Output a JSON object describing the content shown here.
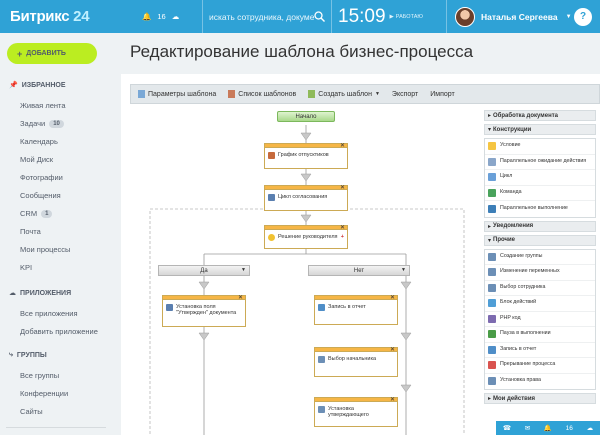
{
  "header": {
    "logo_text": "Битрикс",
    "logo_num": "24",
    "notif_count": "16",
    "search_placeholder": "искать сотрудника, докуме",
    "time": "15:09",
    "work_status": "РАБОТАЮ",
    "user_name": "Наталья Сергеева",
    "help_label": "?"
  },
  "sidebar": {
    "add_label": "ДОБАВИТЬ",
    "favorites_label": "ИЗБРАННОЕ",
    "favorites": [
      {
        "label": "Живая лента"
      },
      {
        "label": "Задачи",
        "count": "10"
      },
      {
        "label": "Календарь"
      },
      {
        "label": "Мой Диск"
      },
      {
        "label": "Фотографии"
      },
      {
        "label": "Сообщения"
      },
      {
        "label": "CRM",
        "count": "1"
      },
      {
        "label": "Почта"
      },
      {
        "label": "Мои процессы"
      },
      {
        "label": "KPI"
      }
    ],
    "apps_label": "ПРИЛОЖЕНИЯ",
    "apps": [
      {
        "label": "Все приложения"
      },
      {
        "label": "Добавить приложение"
      }
    ],
    "groups_label": "ГРУППЫ",
    "groups": [
      {
        "label": "Все группы"
      },
      {
        "label": "Конференции"
      },
      {
        "label": "Сайты"
      }
    ]
  },
  "page": {
    "title": "Редактирование шаблона бизнес-процесса"
  },
  "toolbar": {
    "params": "Параметры шаблона",
    "list": "Список шаблонов",
    "create": "Создать шаблон",
    "export": "Экспорт",
    "import": "Импорт"
  },
  "designer": {
    "start": "Начало",
    "schedule": "График отпусктиков",
    "approval_cycle": "Цикл согласования",
    "supervisor_decision": "Решение руководителя",
    "yes": "Да",
    "no": "Нет",
    "set_status": "Установка поля \"Утвержден\" документа",
    "report1": "Запись в отчет",
    "choose_head": "Выбор начальника",
    "set_approving": "Установка утверждающего"
  },
  "right_panel": {
    "doc_processing": "Обработка документа",
    "constructions": "Конструкции",
    "constructions_items": [
      {
        "label": "Условие",
        "color": "#f5c542"
      },
      {
        "label": "Параллельное ожидание действия",
        "color": "#8aa6c9"
      },
      {
        "label": "Цикл",
        "color": "#6aa0d8"
      },
      {
        "label": "Команда",
        "color": "#49a35c"
      },
      {
        "label": "Параллельное выполнение",
        "color": "#3d7fb8"
      }
    ],
    "notifications": "Уведомления",
    "other": "Прочие",
    "other_items": [
      {
        "label": "Создание группы",
        "color": "#6c8fb6"
      },
      {
        "label": "Изменение переменных",
        "color": "#6c8fb6"
      },
      {
        "label": "Выбор сотрудника",
        "color": "#6c8fb6"
      },
      {
        "label": "Блок действий",
        "color": "#4f9ed6"
      },
      {
        "label": "PHP код",
        "color": "#7d6bb0"
      },
      {
        "label": "Пауза в выполнении",
        "color": "#4a9c47"
      },
      {
        "label": "Запись в отчет",
        "color": "#4f8ec8"
      },
      {
        "label": "Прерывание процесса",
        "color": "#d9534f"
      },
      {
        "label": "Установка права",
        "color": "#6c8fb6"
      }
    ],
    "my_actions": "Мои действия"
  },
  "bottom": {
    "count": "16"
  }
}
